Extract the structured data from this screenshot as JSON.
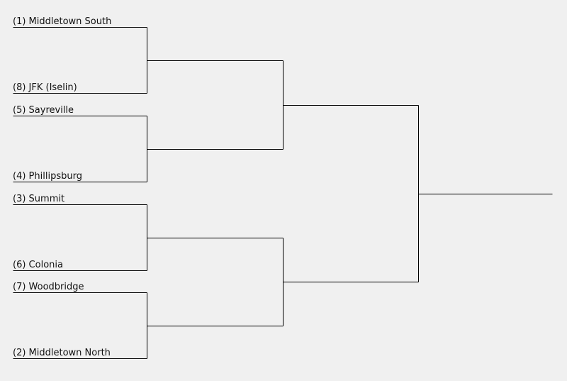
{
  "bracket": {
    "round1": [
      {
        "seed": 1,
        "label": "(1) Middletown South"
      },
      {
        "seed": 8,
        "label": "(8) JFK (Iselin)"
      },
      {
        "seed": 5,
        "label": "(5) Sayreville"
      },
      {
        "seed": 4,
        "label": "(4) Phillipsburg"
      },
      {
        "seed": 3,
        "label": "(3) Summit"
      },
      {
        "seed": 6,
        "label": "(6) Colonia"
      },
      {
        "seed": 7,
        "label": "(7) Woodbridge"
      },
      {
        "seed": 2,
        "label": "(2) Middletown North"
      }
    ],
    "rounds_after_first": 3,
    "line_color": "#000000",
    "background_color": "#f0f0f0"
  }
}
